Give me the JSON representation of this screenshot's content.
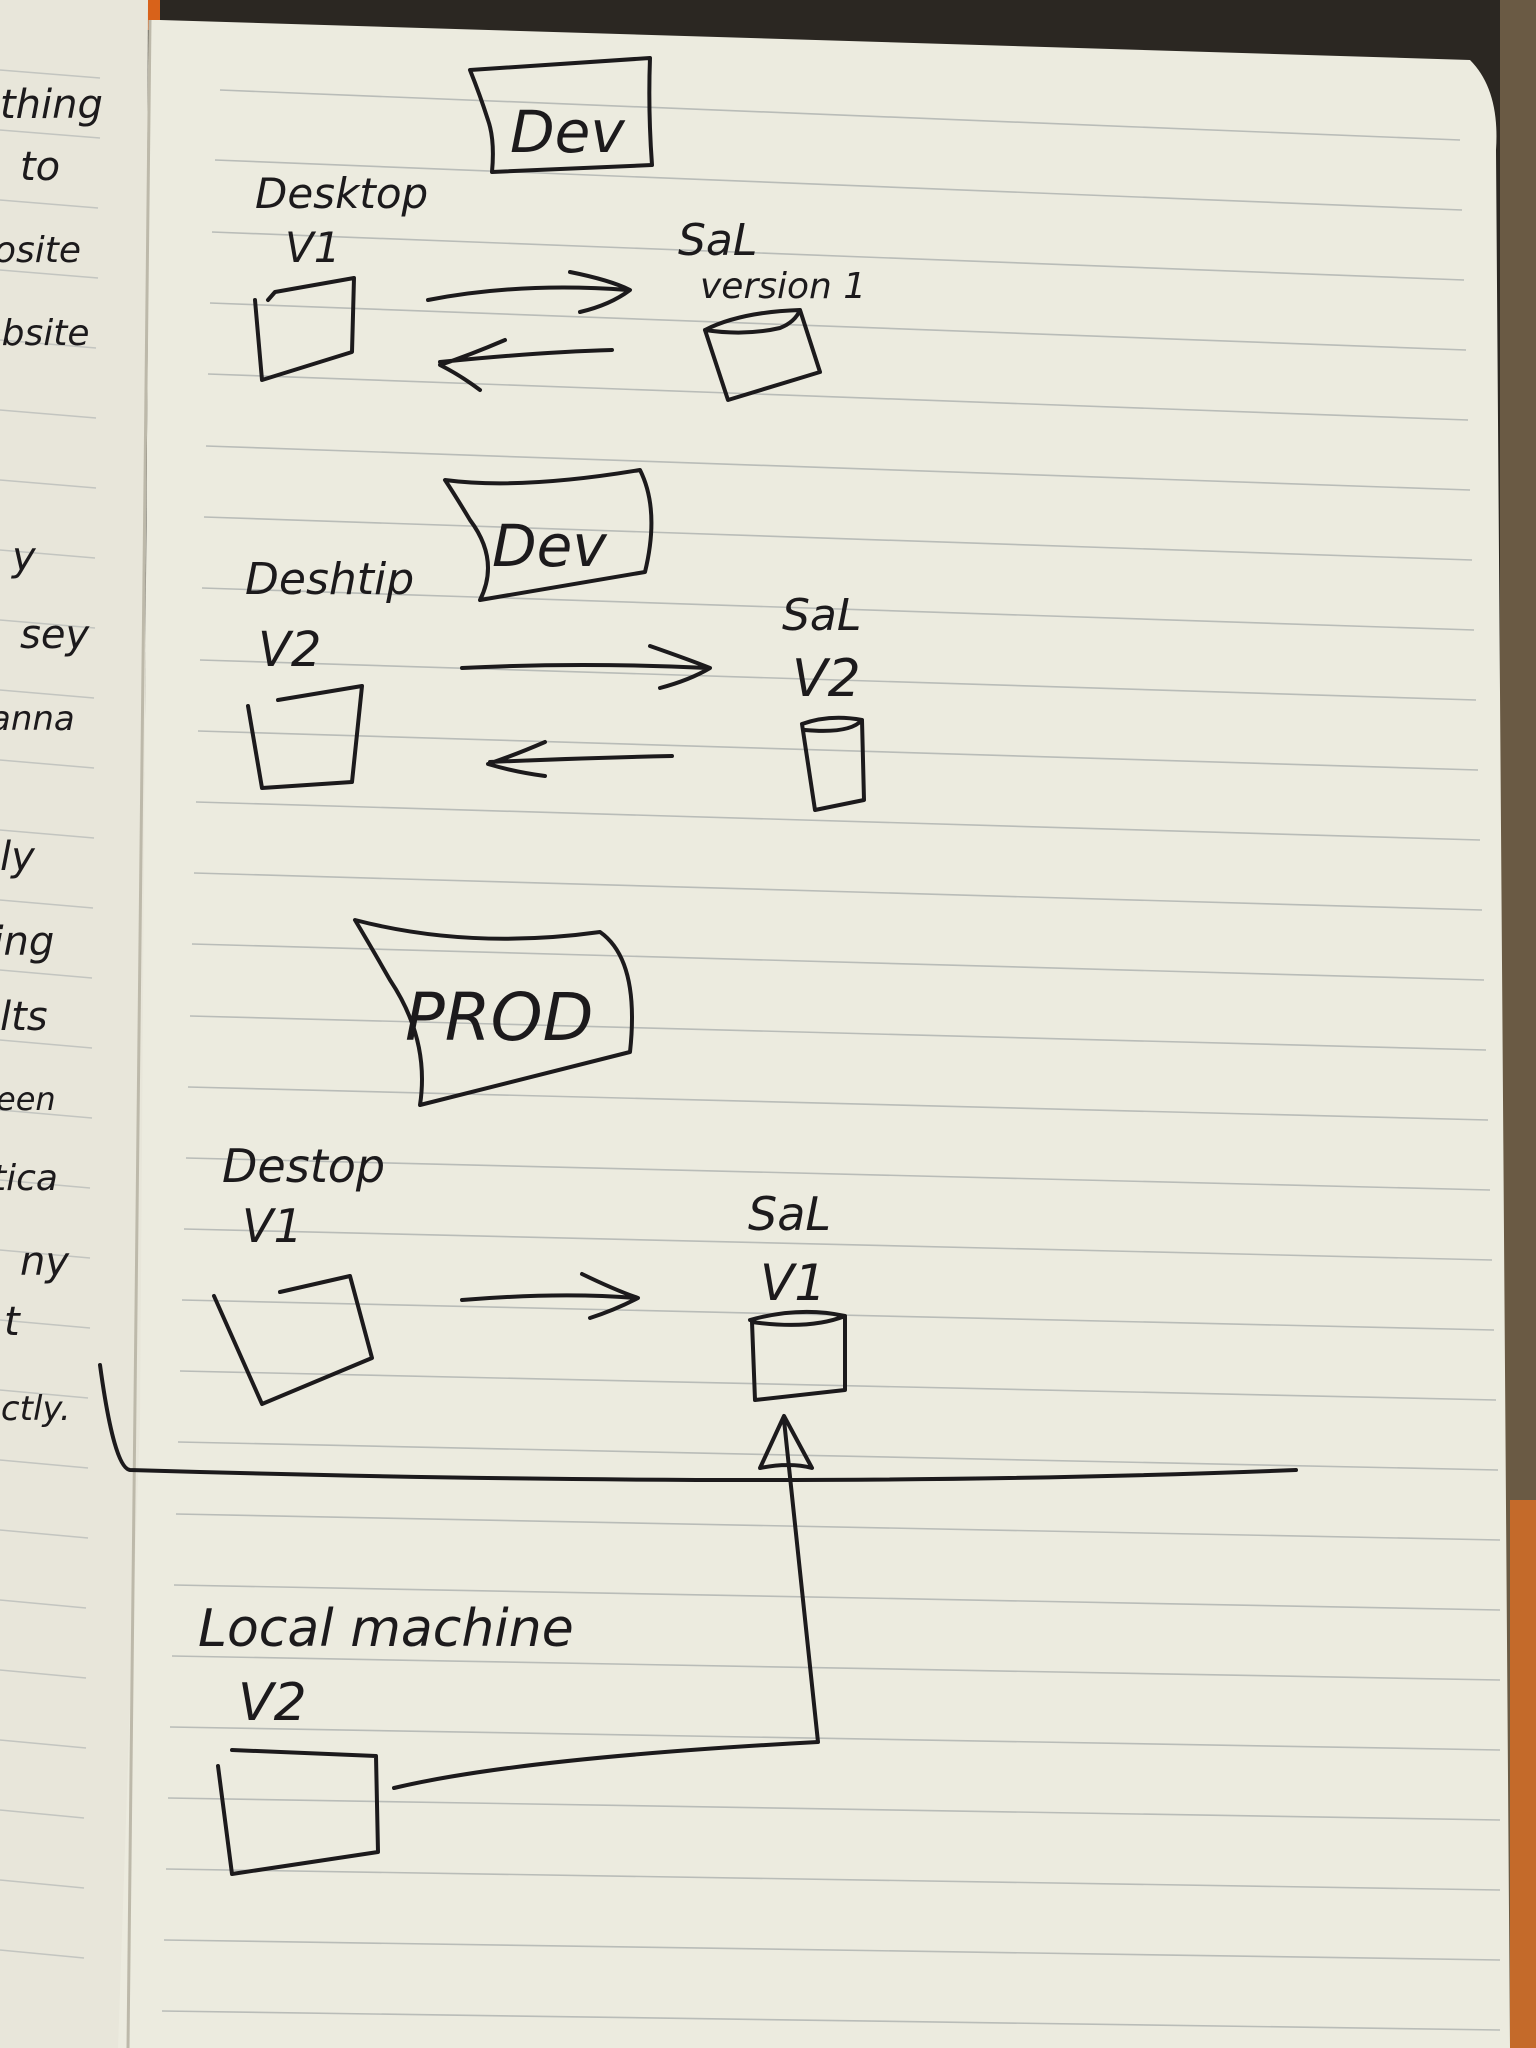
{
  "left_page_fragments": [
    "thing",
    "to",
    "osite",
    "website",
    "y",
    "sey",
    "anna",
    "ly",
    "ring",
    "lts",
    "een",
    "tica",
    "ny",
    "t",
    "ectly."
  ],
  "sections": {
    "dev1": {
      "env": "Dev",
      "desktop_label": "Desktop",
      "desktop_version": "V1",
      "sql_label": "SaL",
      "sql_version": "version 1"
    },
    "dev2": {
      "env": "Dev",
      "desktop_label": "Deshtip",
      "desktop_version": "V2",
      "sql_label": "SaL",
      "sql_version": "V2"
    },
    "prod": {
      "env": "PROD",
      "desktop_label": "Destop",
      "desktop_version": "V1",
      "sql_label": "SaL",
      "sql_version": "V1"
    },
    "local": {
      "label": "Local machine",
      "version": "V2"
    }
  },
  "colors": {
    "paper": "#ecebdf",
    "ink": "#1c1a1c",
    "rule": "#b9bcb8",
    "orange": "#d8621a"
  }
}
